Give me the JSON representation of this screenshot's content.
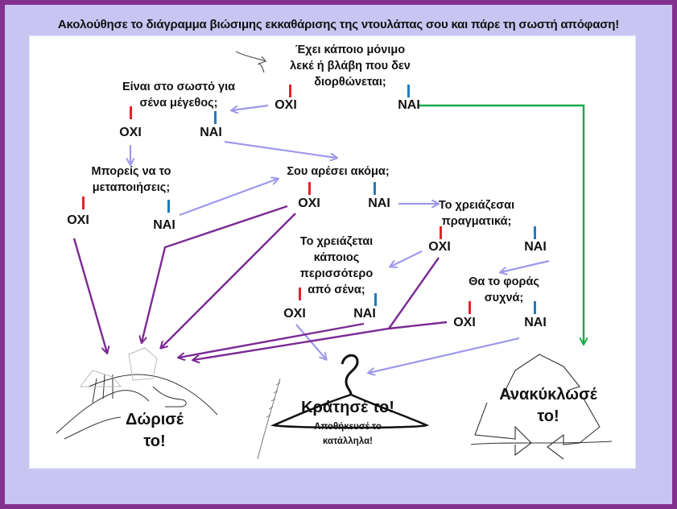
{
  "title": "Ακολούθησε το διάγραμμα βιώσιμης εκκαθάρισης της ντουλάπας σου και πάρε τη σωστή απόφαση!",
  "answers": {
    "no": "ΟΧΙ",
    "yes": "ΝΑΙ"
  },
  "questions": {
    "q1": [
      "Έχει κάποιο μόνιμο",
      "λεκέ ή βλάβη που δεν",
      "διορθώνεται;"
    ],
    "q2": [
      "Είναι στο σωστό για",
      "σένα μέγεθος;"
    ],
    "q3": [
      "Μπορείς να το",
      "μεταποιήσεις;"
    ],
    "q4": [
      "Σου αρέσει ακόμα;"
    ],
    "q5": [
      "Το χρειάζεσαι",
      "πραγματικά;"
    ],
    "q6": [
      "Το χρειάζεται",
      "κάποιος",
      "περισσότερο",
      "από σένα;"
    ],
    "q7": [
      "Θα το φοράς",
      "συχνά;"
    ]
  },
  "outcomes": {
    "donate": [
      "Δώρισέ",
      "το!"
    ],
    "keep": "Κράτησέ το!",
    "keep_note": [
      "Αποθήκευσέ το",
      "κατάλληλα!"
    ],
    "recycle": [
      "Ανακύκλωσέ",
      "το!"
    ]
  },
  "colors": {
    "frame": "#83308f",
    "background": "#c9c5f2",
    "light_arrow": "#9e98ec",
    "dark_arrow": "#7b2a93",
    "green_arrow": "#1aaa4a",
    "no_tick": "#e8202a",
    "yes_tick": "#1f7bc0"
  }
}
